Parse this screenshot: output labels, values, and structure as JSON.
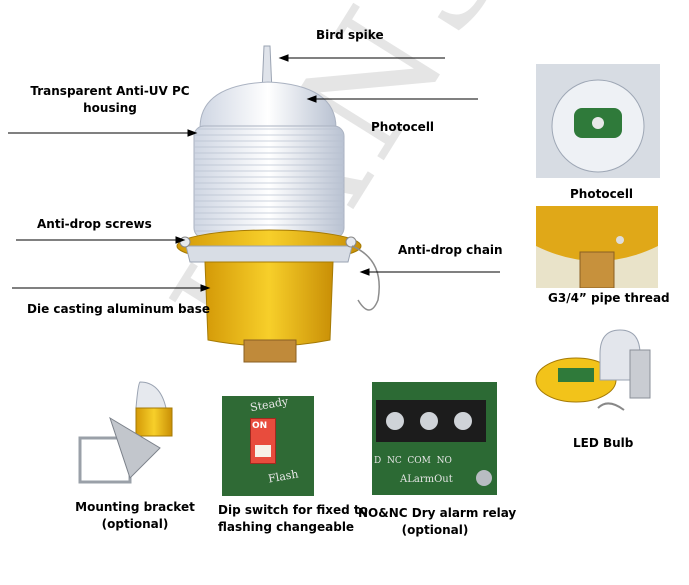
{
  "labels": {
    "bird_spike": "Bird spike",
    "housing_line1": "Transparent Anti-UV PC",
    "housing_line2": "housing",
    "photocell": "Photocell",
    "anti_drop_screws": "Anti-drop screws",
    "anti_drop_chain": "Anti-drop chain",
    "die_casting_base": "Die casting aluminum base",
    "photocell_caption": "Photocell",
    "pipe_thread": "G3/4” pipe thread",
    "led_bulb": "LED Bulb",
    "mounting_line1": "Mounting bracket",
    "mounting_line2": "(optional)",
    "dip_line1": "Dip switch for fixed to",
    "dip_line2": "flashing changeable",
    "relay_line1": "NO&NC Dry alarm relay",
    "relay_line2": "(optional)"
  },
  "dip_switch": {
    "top": "Steady",
    "on": "ON",
    "bottom": "Flash"
  },
  "relay_board": {
    "terminals": "D  NC  COM  NO",
    "name": "ALarmOut"
  },
  "watermark": "LANSING",
  "colors": {
    "base_yellow": "#f2c31a",
    "arrow": "#000000"
  }
}
